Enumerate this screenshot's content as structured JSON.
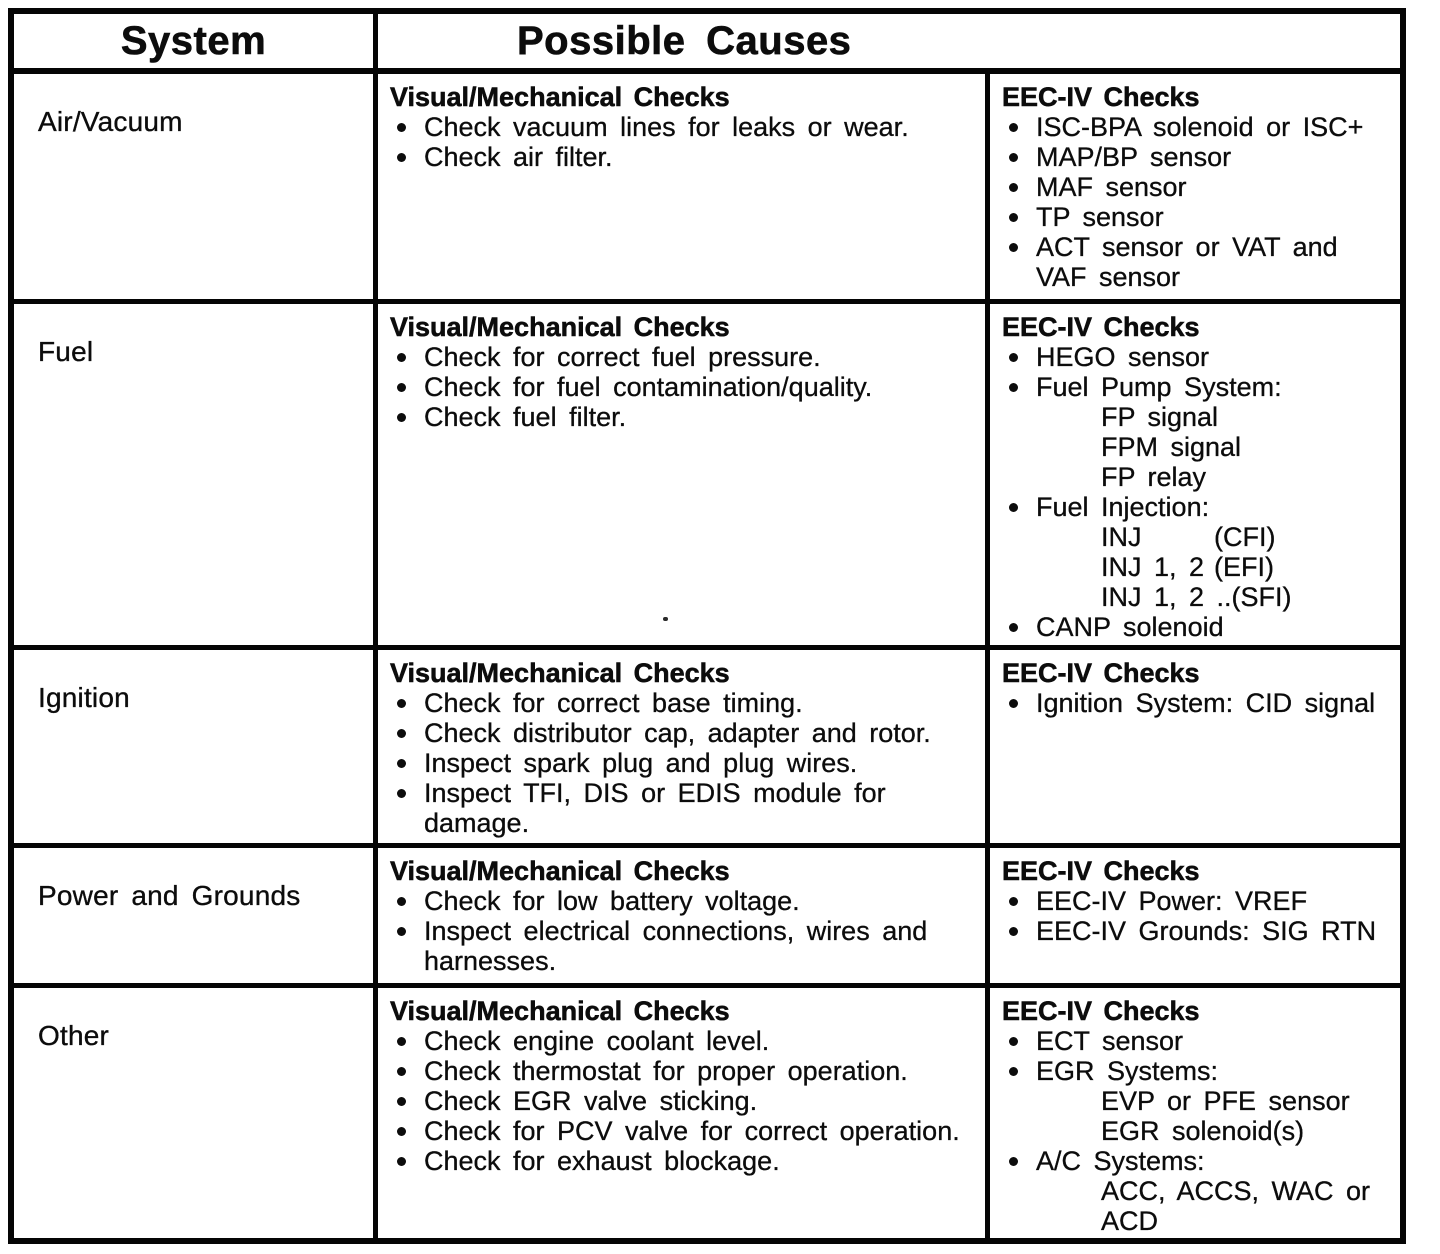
{
  "table": {
    "header": {
      "system_label": "System",
      "possible_causes_label": "Possible Causes"
    },
    "subheaders": {
      "visual": "Visual/Mechanical Checks",
      "eec": "EEC-IV Checks"
    },
    "rows": [
      {
        "system": "Air/Vacuum",
        "visual_items": [
          {
            "style": "bullet",
            "text": "Check vacuum lines for leaks or wear."
          },
          {
            "style": "bullet",
            "text": "Check air filter."
          }
        ],
        "eec_items": [
          {
            "style": "bullet",
            "text": "ISC-BPA solenoid or ISC+"
          },
          {
            "style": "bullet",
            "text": "MAP/BP sensor"
          },
          {
            "style": "bullet",
            "text": "MAF sensor"
          },
          {
            "style": "bullet",
            "text": "TP sensor"
          },
          {
            "style": "bullet",
            "text": "ACT sensor or VAT and"
          },
          {
            "style": "cont",
            "text": "VAF sensor"
          }
        ]
      },
      {
        "system": "Fuel",
        "visual_items": [
          {
            "style": "bullet",
            "text": "Check for correct fuel pressure."
          },
          {
            "style": "bullet",
            "text": "Check for fuel contamination/quality."
          },
          {
            "style": "bullet",
            "text": "Check fuel filter."
          }
        ],
        "eec_items": [
          {
            "style": "bullet",
            "text": "HEGO sensor"
          },
          {
            "style": "bullet",
            "text": "Fuel Pump System:"
          },
          {
            "style": "sub",
            "text": "FP signal"
          },
          {
            "style": "sub",
            "text": "FPM signal"
          },
          {
            "style": "sub",
            "text": "FP relay"
          },
          {
            "style": "bullet",
            "text": "Fuel Injection:"
          },
          {
            "style": "sub",
            "text": "INJ",
            "right": "(CFI)"
          },
          {
            "style": "sub",
            "text": "INJ 1, 2",
            "right": "(EFI)"
          },
          {
            "style": "sub",
            "text": "INJ 1, 2 ..",
            "right": "(SFI)"
          },
          {
            "style": "bullet",
            "text": "CANP solenoid"
          }
        ]
      },
      {
        "system": "Ignition",
        "visual_items": [
          {
            "style": "bullet",
            "text": "Check for correct base timing."
          },
          {
            "style": "bullet",
            "text": "Check distributor cap, adapter and rotor."
          },
          {
            "style": "bullet",
            "text": "Inspect spark plug and plug wires."
          },
          {
            "style": "bullet",
            "text": "Inspect TFI, DIS or EDIS module for"
          },
          {
            "style": "cont",
            "text": "damage."
          }
        ],
        "eec_items": [
          {
            "style": "bullet",
            "text": "Ignition System: CID signal"
          }
        ]
      },
      {
        "system": "Power and Grounds",
        "visual_items": [
          {
            "style": "bullet",
            "text": "Check for low battery voltage."
          },
          {
            "style": "bullet",
            "text": "Inspect electrical connections, wires and"
          },
          {
            "style": "cont",
            "text": "harnesses."
          }
        ],
        "eec_items": [
          {
            "style": "bullet",
            "text": "EEC-IV Power: VREF"
          },
          {
            "style": "bullet",
            "text": "EEC-IV Grounds: SIG RTN"
          }
        ]
      },
      {
        "system": "Other",
        "visual_items": [
          {
            "style": "bullet",
            "text": "Check engine coolant level."
          },
          {
            "style": "bullet",
            "text": "Check thermostat for proper operation."
          },
          {
            "style": "bullet",
            "text": "Check EGR valve sticking."
          },
          {
            "style": "bullet",
            "text": "Check for PCV valve for correct operation."
          },
          {
            "style": "bullet",
            "text": "Check for exhaust blockage."
          }
        ],
        "eec_items": [
          {
            "style": "bullet",
            "text": "ECT sensor"
          },
          {
            "style": "bullet",
            "text": "EGR Systems:"
          },
          {
            "style": "sub",
            "text": "EVP or PFE sensor"
          },
          {
            "style": "sub",
            "text": "EGR solenoid(s)"
          },
          {
            "style": "bullet",
            "text": "A/C Systems:"
          },
          {
            "style": "sub",
            "text": "ACC, ACCS, WAC or"
          },
          {
            "style": "sub",
            "text": "ACD"
          }
        ]
      }
    ]
  },
  "ink_color": "#0c0c0c",
  "border_color": "#050505"
}
